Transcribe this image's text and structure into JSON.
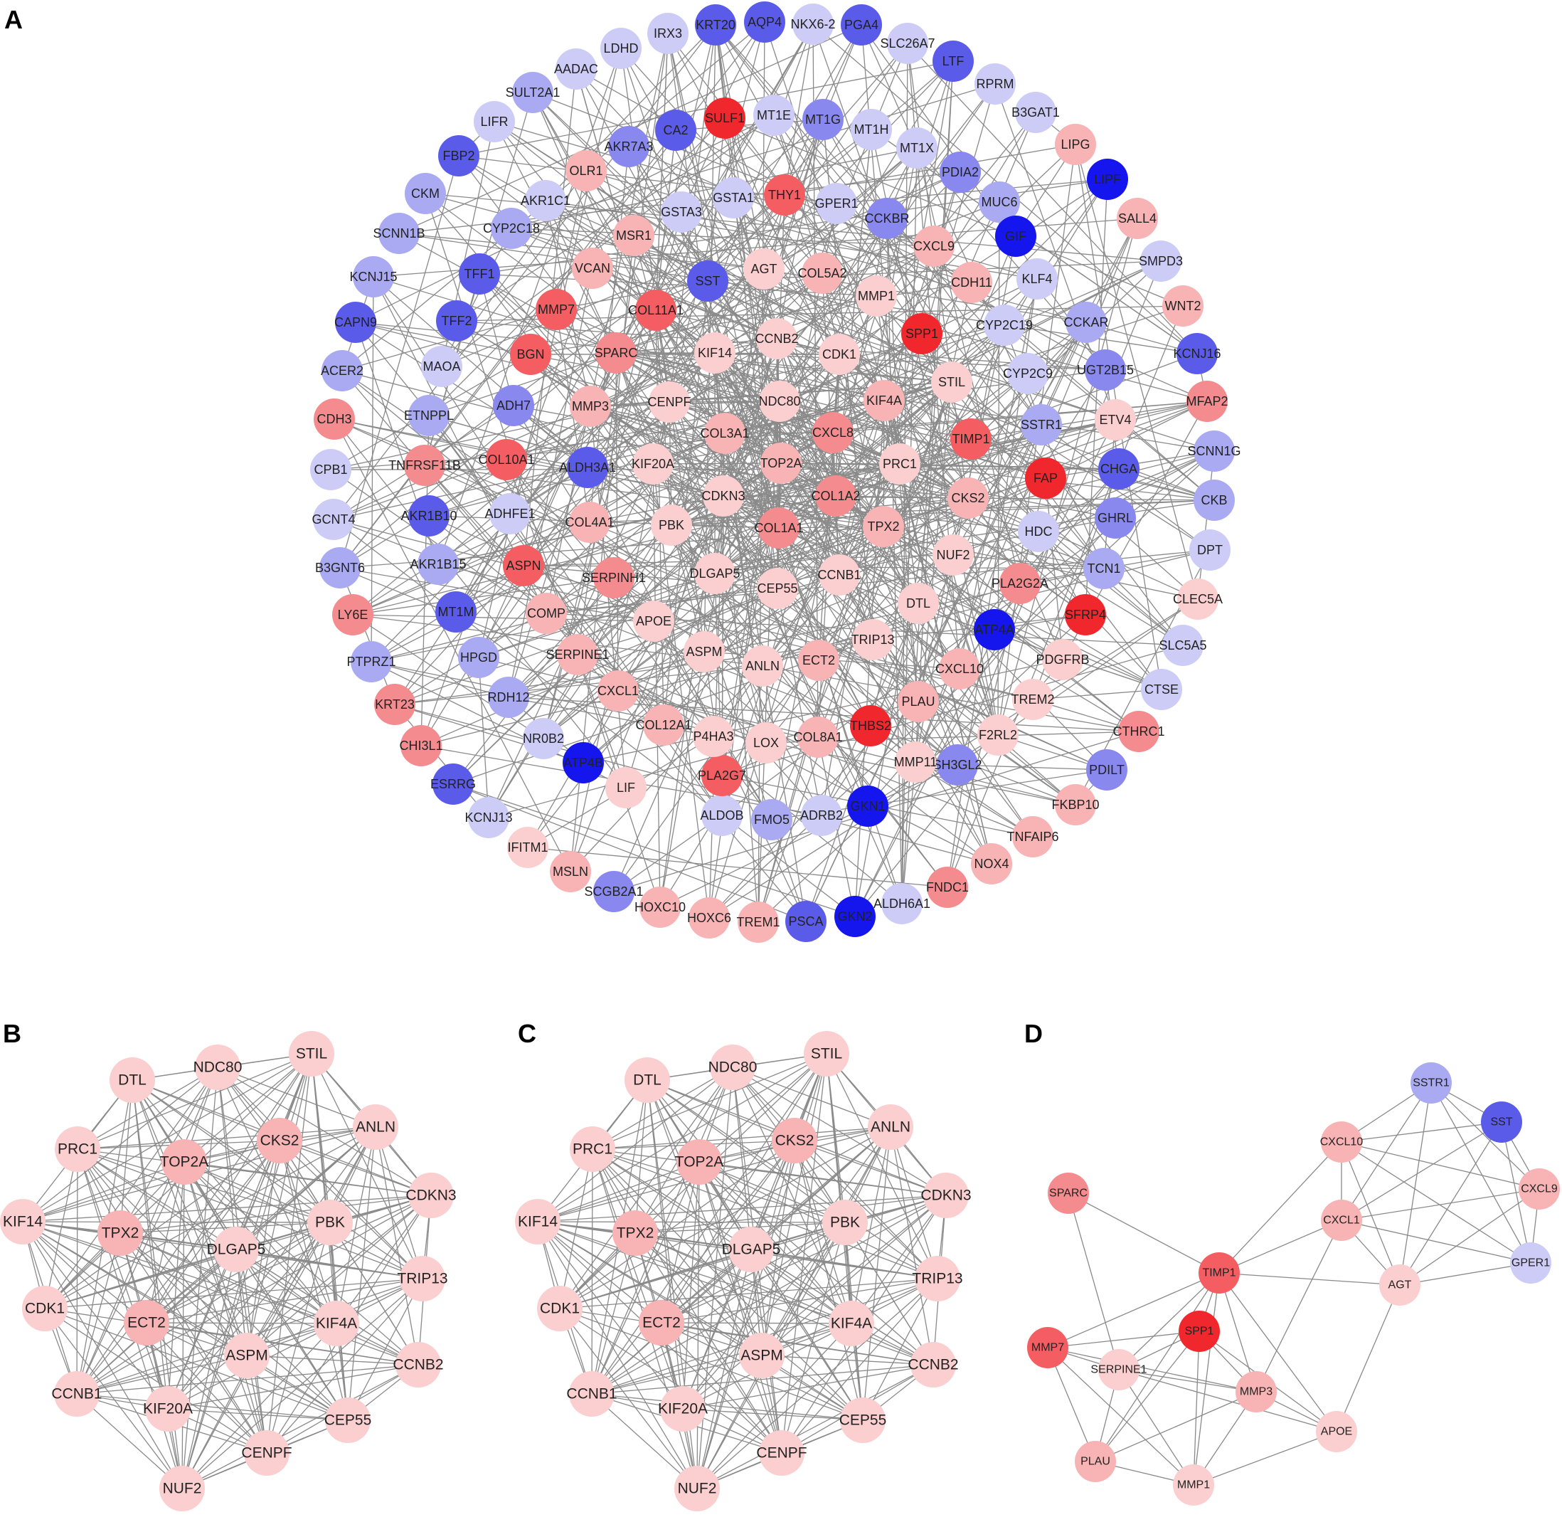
{
  "colors": {
    "up_strong": "#f0282d",
    "up_high": "#f45e62",
    "up_mid": "#f48c8f",
    "up_low": "#f8b3b5",
    "up_faint": "#fbcfd0",
    "down_strong": "#1515ee",
    "down_high": "#5b5be9",
    "down_mid": "#8888ef",
    "down_low": "#aaaaf2",
    "down_faint": "#ccccf7",
    "edge": "#8a8a8a",
    "label": "#222222"
  },
  "panels": [
    {
      "id": "A",
      "label": "A",
      "nodes": [
        [
          "KRT20",
          "down_high"
        ],
        [
          "AQP4",
          "down_high"
        ],
        [
          "NKX6-2",
          "down_faint"
        ],
        [
          "PGA4",
          "down_high"
        ],
        [
          "SLC26A7",
          "down_faint"
        ],
        [
          "LTF",
          "down_high"
        ],
        [
          "RPRM",
          "down_faint"
        ],
        [
          "B3GAT1",
          "down_faint"
        ],
        [
          "LIPG",
          "up_low"
        ],
        [
          "LIPF",
          "down_strong"
        ],
        [
          "SALL4",
          "up_low"
        ],
        [
          "SMPD3",
          "down_faint"
        ],
        [
          "WNT2",
          "up_low"
        ],
        [
          "KCNJ16",
          "down_high"
        ],
        [
          "MFAP2",
          "up_mid"
        ],
        [
          "SCNN1G",
          "down_low"
        ],
        [
          "CKB",
          "down_low"
        ],
        [
          "DPT",
          "down_faint"
        ],
        [
          "CLEC5A",
          "up_faint"
        ],
        [
          "SLC5A5",
          "down_faint"
        ],
        [
          "CTSE",
          "down_faint"
        ],
        [
          "CTHRC1",
          "up_mid"
        ],
        [
          "PDILT",
          "down_mid"
        ],
        [
          "FKBP10",
          "up_low"
        ],
        [
          "TNFAIP6",
          "up_low"
        ],
        [
          "NOX4",
          "up_low"
        ],
        [
          "FNDC1",
          "up_mid"
        ],
        [
          "ALDH6A1",
          "down_faint"
        ],
        [
          "GKN2",
          "down_strong"
        ],
        [
          "PSCA",
          "down_high"
        ],
        [
          "TREM1",
          "up_low"
        ],
        [
          "HOXC6",
          "up_low"
        ],
        [
          "HOXC10",
          "up_low"
        ],
        [
          "SCGB2A1",
          "down_mid"
        ],
        [
          "MSLN",
          "up_low"
        ],
        [
          "IFITM1",
          "up_faint"
        ],
        [
          "KCNJ13",
          "down_faint"
        ],
        [
          "ESRRG",
          "down_high"
        ],
        [
          "CHI3L1",
          "up_mid"
        ],
        [
          "KRT23",
          "up_mid"
        ],
        [
          "PTPRZ1",
          "down_low"
        ],
        [
          "LY6E",
          "up_mid"
        ],
        [
          "B3GNT6",
          "down_low"
        ],
        [
          "GCNT4",
          "down_faint"
        ],
        [
          "CPB1",
          "down_faint"
        ],
        [
          "CDH3",
          "up_mid"
        ],
        [
          "ACER2",
          "down_low"
        ],
        [
          "CAPN9",
          "down_high"
        ],
        [
          "KCNJ15",
          "down_low"
        ],
        [
          "SCNN1B",
          "down_low"
        ],
        [
          "CKM",
          "down_low"
        ],
        [
          "FBP2",
          "down_high"
        ],
        [
          "LIFR",
          "down_faint"
        ],
        [
          "SULT2A1",
          "down_low"
        ],
        [
          "AADAC",
          "down_faint"
        ],
        [
          "LDHD",
          "down_faint"
        ],
        [
          "IRX3",
          "down_faint"
        ],
        [
          "SULF1",
          "up_strong"
        ],
        [
          "MT1E",
          "down_faint"
        ],
        [
          "MT1G",
          "down_mid"
        ],
        [
          "MT1H",
          "down_faint"
        ],
        [
          "MT1X",
          "down_faint"
        ],
        [
          "PDIA2",
          "down_mid"
        ],
        [
          "MUC6",
          "down_low"
        ],
        [
          "GIF",
          "down_strong"
        ],
        [
          "KLF4",
          "down_faint"
        ],
        [
          "CCKAR",
          "down_low"
        ],
        [
          "UGT2B15",
          "down_mid"
        ],
        [
          "ETV4",
          "up_faint"
        ],
        [
          "CHGA",
          "down_high"
        ],
        [
          "GHRL",
          "down_mid"
        ],
        [
          "TCN1",
          "down_low"
        ],
        [
          "SFRP4",
          "up_strong"
        ],
        [
          "ATP4A",
          "down_strong"
        ],
        [
          "PDGFRB",
          "up_faint"
        ],
        [
          "TREM2",
          "up_faint"
        ],
        [
          "F2RL2",
          "up_faint"
        ],
        [
          "SH3GL2",
          "down_mid"
        ],
        [
          "GKN1",
          "down_strong"
        ],
        [
          "ADRB2",
          "down_faint"
        ],
        [
          "FMO5",
          "down_low"
        ],
        [
          "ALDOB",
          "down_faint"
        ],
        [
          "LIF",
          "up_faint"
        ],
        [
          "ATP4B",
          "down_strong"
        ],
        [
          "NR0B2",
          "down_faint"
        ],
        [
          "RDH12",
          "down_low"
        ],
        [
          "HPGD",
          "down_low"
        ],
        [
          "MT1M",
          "down_high"
        ],
        [
          "AKR1B15",
          "down_low"
        ],
        [
          "AKR1B10",
          "down_high"
        ],
        [
          "ADHFE1",
          "down_faint"
        ],
        [
          "TNFRSF11B",
          "up_mid"
        ],
        [
          "ETNPPL",
          "down_low"
        ],
        [
          "MAOA",
          "down_faint"
        ],
        [
          "TFF2",
          "down_high"
        ],
        [
          "TFF1",
          "down_high"
        ],
        [
          "CYP2C18",
          "down_low"
        ],
        [
          "AKR1C1",
          "down_faint"
        ],
        [
          "OLR1",
          "up_low"
        ],
        [
          "AKR7A3",
          "down_mid"
        ],
        [
          "CA2",
          "down_high"
        ],
        [
          "THY1",
          "up_high"
        ],
        [
          "GSTA1",
          "down_faint"
        ],
        [
          "GPER1",
          "down_faint"
        ],
        [
          "CCKBR",
          "down_mid"
        ],
        [
          "CXCL9",
          "up_low"
        ],
        [
          "CDH11",
          "up_low"
        ],
        [
          "CYP2C19",
          "down_faint"
        ],
        [
          "CYP2C9",
          "down_faint"
        ],
        [
          "SSTR1",
          "down_low"
        ],
        [
          "FAP",
          "up_strong"
        ],
        [
          "HDC",
          "down_faint"
        ],
        [
          "PLA2G2A",
          "up_mid"
        ],
        [
          "CXCL10",
          "up_low"
        ],
        [
          "PLAU",
          "up_low"
        ],
        [
          "THBS2",
          "up_strong"
        ],
        [
          "MMP11",
          "up_faint"
        ],
        [
          "PLA2G7",
          "up_high"
        ],
        [
          "COL8A1",
          "up_low"
        ],
        [
          "LOX",
          "up_faint"
        ],
        [
          "P4HA3",
          "up_faint"
        ],
        [
          "COL12A1",
          "up_low"
        ],
        [
          "CXCL1",
          "up_low"
        ],
        [
          "SERPINE1",
          "up_low"
        ],
        [
          "COMP",
          "up_low"
        ],
        [
          "ASPN",
          "up_high"
        ],
        [
          "COL10A1",
          "up_high"
        ],
        [
          "ALDH3A1",
          "down_high"
        ],
        [
          "ADH7",
          "down_mid"
        ],
        [
          "BGN",
          "up_high"
        ],
        [
          "MMP7",
          "up_high"
        ],
        [
          "VCAN",
          "up_low"
        ],
        [
          "MSR1",
          "up_low"
        ],
        [
          "GSTA3",
          "down_faint"
        ],
        [
          "SST",
          "down_high"
        ],
        [
          "AGT",
          "up_faint"
        ],
        [
          "COL5A2",
          "up_low"
        ],
        [
          "MMP1",
          "up_faint"
        ],
        [
          "SPP1",
          "up_strong"
        ],
        [
          "TIMP1",
          "up_high"
        ],
        [
          "CKS2",
          "up_low"
        ],
        [
          "NUF2",
          "up_faint"
        ],
        [
          "DTL",
          "up_faint"
        ],
        [
          "TRIP13",
          "up_faint"
        ],
        [
          "ECT2",
          "up_low"
        ],
        [
          "ANLN",
          "up_faint"
        ],
        [
          "ASPM",
          "up_faint"
        ],
        [
          "APOE",
          "up_faint"
        ],
        [
          "SERPINH1",
          "up_mid"
        ],
        [
          "COL4A1",
          "up_low"
        ],
        [
          "KIF20A",
          "up_faint"
        ],
        [
          "MMP3",
          "up_low"
        ],
        [
          "SPARC",
          "up_mid"
        ],
        [
          "COL11A1",
          "up_high"
        ],
        [
          "KIF14",
          "up_faint"
        ],
        [
          "CENPF",
          "up_faint"
        ],
        [
          "CCNB2",
          "up_faint"
        ],
        [
          "CDK1",
          "up_faint"
        ],
        [
          "KIF4A",
          "up_low"
        ],
        [
          "STIL",
          "up_faint"
        ],
        [
          "PRC1",
          "up_faint"
        ],
        [
          "TPX2",
          "up_low"
        ],
        [
          "CCNB1",
          "up_faint"
        ],
        [
          "CEP55",
          "up_faint"
        ],
        [
          "DLGAP5",
          "up_faint"
        ],
        [
          "PBK",
          "up_faint"
        ],
        [
          "CDKN3",
          "up_faint"
        ],
        [
          "COL1A1",
          "up_mid"
        ],
        [
          "COL1A2",
          "up_mid"
        ],
        [
          "TOP2A",
          "up_low"
        ],
        [
          "CXCL8",
          "up_mid"
        ],
        [
          "COL3A1",
          "up_low"
        ],
        [
          "NDC80",
          "up_faint"
        ]
      ]
    },
    {
      "id": "B",
      "label": "B",
      "nodes": [
        [
          "DTL",
          "up_faint"
        ],
        [
          "NDC80",
          "up_faint"
        ],
        [
          "STIL",
          "up_faint"
        ],
        [
          "ANLN",
          "up_faint"
        ],
        [
          "CDKN3",
          "up_faint"
        ],
        [
          "TRIP13",
          "up_faint"
        ],
        [
          "CCNB2",
          "up_faint"
        ],
        [
          "CEP55",
          "up_faint"
        ],
        [
          "NUF2",
          "up_faint"
        ],
        [
          "CENPF",
          "up_faint"
        ],
        [
          "KIF20A",
          "up_faint"
        ],
        [
          "CCNB1",
          "up_faint"
        ],
        [
          "CDK1",
          "up_faint"
        ],
        [
          "KIF14",
          "up_faint"
        ],
        [
          "PRC1",
          "up_faint"
        ],
        [
          "TOP2A",
          "up_low"
        ],
        [
          "CKS2",
          "up_low"
        ],
        [
          "PBK",
          "up_faint"
        ],
        [
          "KIF4A",
          "up_faint"
        ],
        [
          "ASPM",
          "up_faint"
        ],
        [
          "ECT2",
          "up_low"
        ],
        [
          "TPX2",
          "up_low"
        ],
        [
          "DLGAP5",
          "up_faint"
        ]
      ]
    },
    {
      "id": "C",
      "label": "C",
      "nodes": [
        [
          "DTL",
          "up_faint"
        ],
        [
          "NDC80",
          "up_faint"
        ],
        [
          "STIL",
          "up_faint"
        ],
        [
          "ANLN",
          "up_faint"
        ],
        [
          "CDKN3",
          "up_faint"
        ],
        [
          "TRIP13",
          "up_faint"
        ],
        [
          "CCNB2",
          "up_faint"
        ],
        [
          "CEP55",
          "up_faint"
        ],
        [
          "NUF2",
          "up_faint"
        ],
        [
          "CENPF",
          "up_faint"
        ],
        [
          "KIF20A",
          "up_faint"
        ],
        [
          "CCNB1",
          "up_faint"
        ],
        [
          "CDK1",
          "up_faint"
        ],
        [
          "KIF14",
          "up_faint"
        ],
        [
          "PRC1",
          "up_faint"
        ],
        [
          "TOP2A",
          "up_low"
        ],
        [
          "CKS2",
          "up_low"
        ],
        [
          "PBK",
          "up_faint"
        ],
        [
          "KIF4A",
          "up_faint"
        ],
        [
          "ASPM",
          "up_faint"
        ],
        [
          "ECT2",
          "up_low"
        ],
        [
          "TPX2",
          "up_low"
        ],
        [
          "DLGAP5",
          "up_faint"
        ]
      ]
    },
    {
      "id": "D",
      "label": "D",
      "nodes": [
        [
          "SSTR1",
          "down_low"
        ],
        [
          "SST",
          "down_high"
        ],
        [
          "CXCL10",
          "up_low"
        ],
        [
          "CXCL9",
          "up_low"
        ],
        [
          "CXCL1",
          "up_low"
        ],
        [
          "GPER1",
          "down_faint"
        ],
        [
          "AGT",
          "up_faint"
        ],
        [
          "SPARC",
          "up_mid"
        ],
        [
          "TIMP1",
          "up_high"
        ],
        [
          "SPP1",
          "up_strong"
        ],
        [
          "MMP7",
          "up_high"
        ],
        [
          "SERPINE1",
          "up_faint"
        ],
        [
          "MMP3",
          "up_low"
        ],
        [
          "APOE",
          "up_faint"
        ],
        [
          "PLAU",
          "up_low"
        ],
        [
          "MMP1",
          "up_faint"
        ]
      ],
      "edges": [
        [
          "SSTR1",
          "SST"
        ],
        [
          "SSTR1",
          "CXCL10"
        ],
        [
          "SSTR1",
          "CXCL1"
        ],
        [
          "SSTR1",
          "GPER1"
        ],
        [
          "SSTR1",
          "AGT"
        ],
        [
          "SSTR1",
          "CXCL9"
        ],
        [
          "SST",
          "CXCL10"
        ],
        [
          "SST",
          "CXCL9"
        ],
        [
          "SST",
          "CXCL1"
        ],
        [
          "SST",
          "GPER1"
        ],
        [
          "SST",
          "AGT"
        ],
        [
          "CXCL10",
          "CXCL9"
        ],
        [
          "CXCL10",
          "CXCL1"
        ],
        [
          "CXCL10",
          "GPER1"
        ],
        [
          "CXCL10",
          "TIMP1"
        ],
        [
          "CXCL10",
          "AGT"
        ],
        [
          "CXCL9",
          "CXCL1"
        ],
        [
          "CXCL9",
          "GPER1"
        ],
        [
          "CXCL9",
          "AGT"
        ],
        [
          "CXCL1",
          "GPER1"
        ],
        [
          "CXCL1",
          "AGT"
        ],
        [
          "CXCL1",
          "TIMP1"
        ],
        [
          "CXCL1",
          "MMP3"
        ],
        [
          "AGT",
          "GPER1"
        ],
        [
          "AGT",
          "TIMP1"
        ],
        [
          "AGT",
          "APOE"
        ],
        [
          "SPARC",
          "TIMP1"
        ],
        [
          "SPARC",
          "SERPINE1"
        ],
        [
          "TIMP1",
          "SPP1"
        ],
        [
          "TIMP1",
          "MMP7"
        ],
        [
          "TIMP1",
          "SERPINE1"
        ],
        [
          "TIMP1",
          "MMP3"
        ],
        [
          "TIMP1",
          "APOE"
        ],
        [
          "TIMP1",
          "PLAU"
        ],
        [
          "TIMP1",
          "MMP1"
        ],
        [
          "SPP1",
          "MMP7"
        ],
        [
          "SPP1",
          "SERPINE1"
        ],
        [
          "SPP1",
          "MMP3"
        ],
        [
          "SPP1",
          "PLAU"
        ],
        [
          "SPP1",
          "MMP1"
        ],
        [
          "SPP1",
          "APOE"
        ],
        [
          "MMP7",
          "SERPINE1"
        ],
        [
          "MMP7",
          "MMP3"
        ],
        [
          "MMP7",
          "PLAU"
        ],
        [
          "MMP7",
          "MMP1"
        ],
        [
          "SERPINE1",
          "MMP3"
        ],
        [
          "SERPINE1",
          "PLAU"
        ],
        [
          "SERPINE1",
          "MMP1"
        ],
        [
          "SERPINE1",
          "APOE"
        ],
        [
          "MMP3",
          "APOE"
        ],
        [
          "MMP3",
          "PLAU"
        ],
        [
          "MMP3",
          "MMP1"
        ],
        [
          "APOE",
          "MMP1"
        ],
        [
          "PLAU",
          "MMP1"
        ]
      ]
    }
  ]
}
